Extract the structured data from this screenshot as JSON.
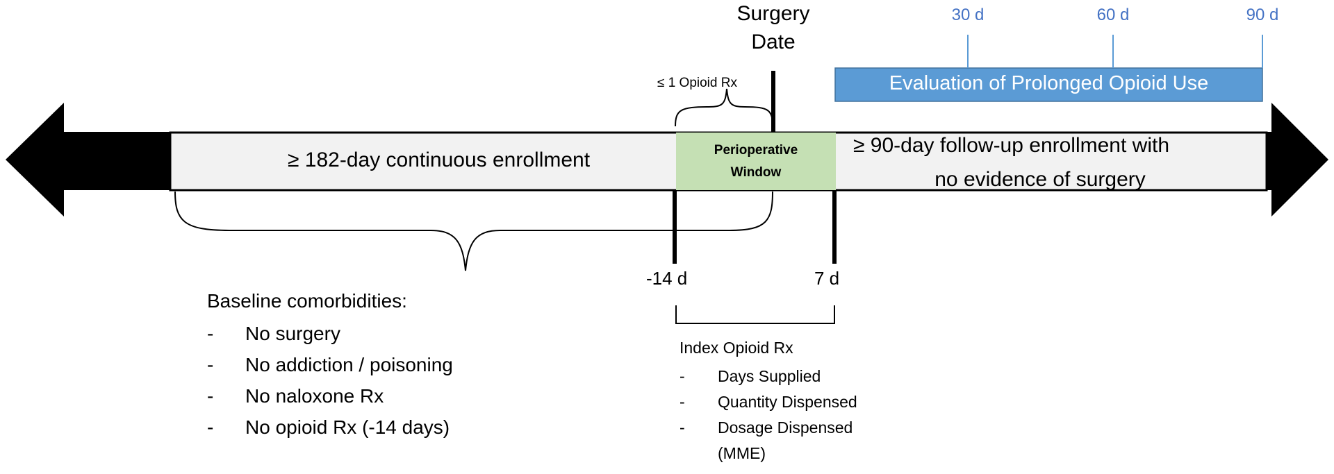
{
  "timeline": {
    "enrollment_label": "≥ 182-day continuous enrollment",
    "perioperative_label_line1": "Perioperative",
    "perioperative_label_line2": "Window",
    "followup_label_line1": "≥ 90-day follow-up enrollment with",
    "followup_label_line2": "no evidence of surgery",
    "surgery_label_line1": "Surgery",
    "surgery_label_line2": "Date",
    "opioid_limit_label": "≤ 1 Opioid Rx",
    "tick_minus14": "-14 d",
    "tick_7": "7 d"
  },
  "evaluation": {
    "label": "Evaluation of  Prolonged Opioid Use",
    "ticks": [
      "30 d",
      "60 d",
      "90 d"
    ]
  },
  "baseline": {
    "heading": "Baseline comorbidities:",
    "items": [
      "No surgery",
      "No addiction / poisoning",
      "No naloxone Rx",
      "No opioid Rx (-14 days)"
    ]
  },
  "index": {
    "heading": "Index Opioid Rx",
    "items": [
      "Days Supplied",
      "Quantity Dispensed",
      "Dosage Dispensed"
    ],
    "item_continuation": "(MME)"
  },
  "colors": {
    "arrow": "#000000",
    "bar_fill": "#f2f2f2",
    "perioperative_fill": "#c5e0b4",
    "evaluation_fill": "#5b9bd5",
    "evaluation_border": "#41719c",
    "tick_text": "#4472c4"
  }
}
